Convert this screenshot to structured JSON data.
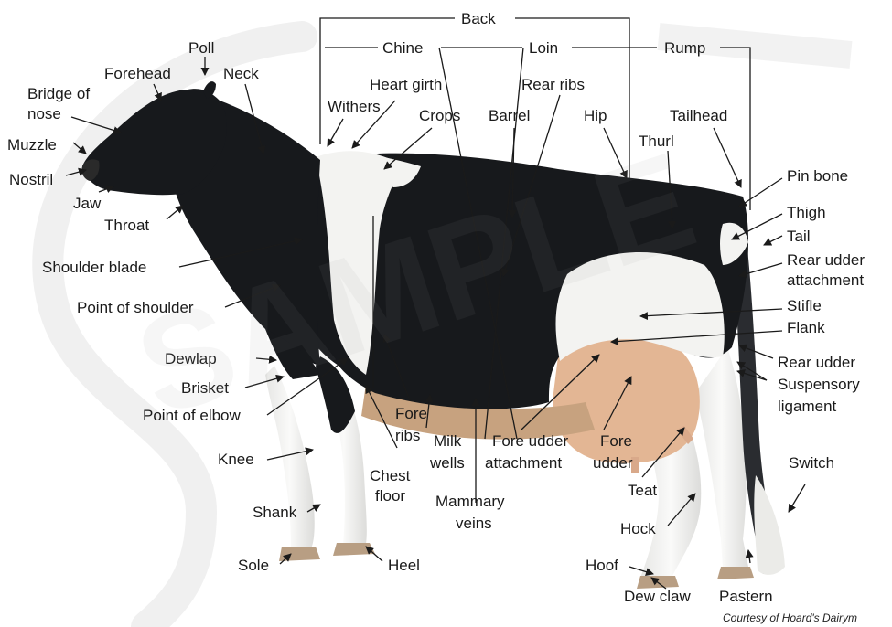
{
  "diagram": {
    "sections": {
      "back": "Back",
      "chine": "Chine",
      "loin": "Loin",
      "rump": "Rump"
    },
    "labels": {
      "poll": "Poll",
      "forehead": "Forehead",
      "neck": "Neck",
      "bridge_of_nose_1": "Bridge of",
      "bridge_of_nose_2": "nose",
      "muzzle": "Muzzle",
      "nostril": "Nostril",
      "jaw": "Jaw",
      "throat": "Throat",
      "withers": "Withers",
      "heart_girth": "Heart girth",
      "crops": "Crops",
      "barrel": "Barrel",
      "rear_ribs": "Rear ribs",
      "hip": "Hip",
      "thurl": "Thurl",
      "tailhead": "Tailhead",
      "pin_bone": "Pin bone",
      "thigh": "Thigh",
      "tail": "Tail",
      "rear_udder_attachment_1": "Rear udder",
      "rear_udder_attachment_2": "attachment",
      "stifle": "Stifle",
      "flank": "Flank",
      "rear_udder": "Rear udder",
      "suspensory_ligament_1": "Suspensory",
      "suspensory_ligament_2": "ligament",
      "switch": "Switch",
      "shoulder_blade": "Shoulder blade",
      "point_of_shoulder": "Point of shoulder",
      "dewlap": "Dewlap",
      "brisket": "Brisket",
      "point_of_elbow": "Point of elbow",
      "knee": "Knee",
      "shank": "Shank",
      "sole": "Sole",
      "heel": "Heel",
      "chest_floor_1": "Chest",
      "chest_floor_2": "floor",
      "fore_ribs_1": "Fore",
      "fore_ribs_2": "ribs",
      "milk_wells_1": "Milk",
      "milk_wells_2": "wells",
      "mammary_veins_1": "Mammary",
      "mammary_veins_2": "veins",
      "fore_udder_attachment_1": "Fore udder",
      "fore_udder_attachment_2": "attachment",
      "fore_udder_1": "Fore",
      "fore_udder_2": "udder",
      "teat": "Teat",
      "hock": "Hock",
      "hoof": "Hoof",
      "dew_claw": "Dew claw",
      "pastern": "Pastern"
    },
    "watermark": "SAMPLE",
    "credit": "Courtesy of Hoard's Dairym",
    "colors": {
      "coat_black": "#17191c",
      "coat_white": "#f3f3f1",
      "udder": "#e3b694",
      "watermark": "#ececec"
    }
  }
}
